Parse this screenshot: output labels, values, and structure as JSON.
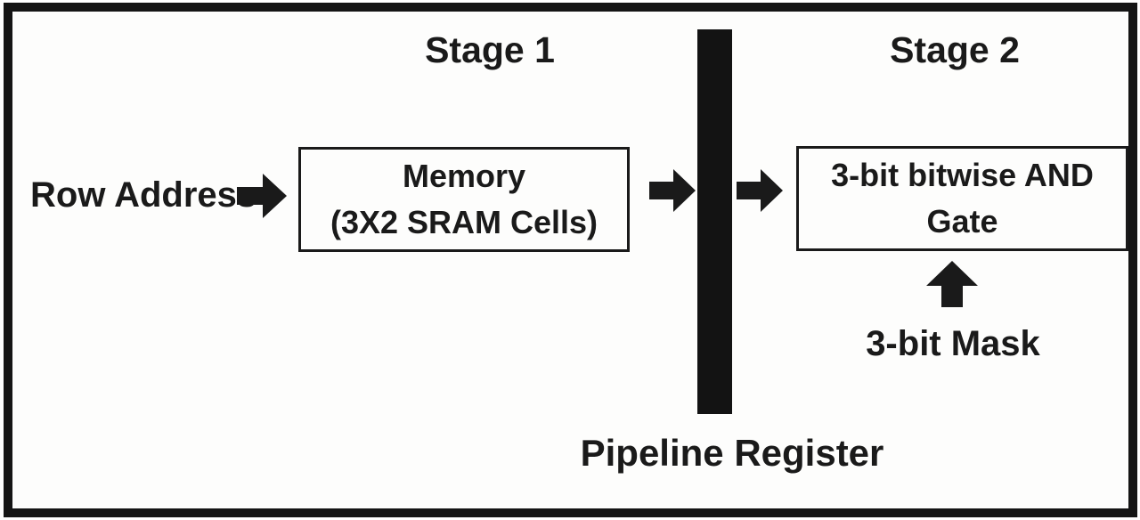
{
  "colors": {
    "ink": "#1a1a1a",
    "bar": "#131313",
    "paper": "#fdfdfc"
  },
  "labels": {
    "stage1": "Stage 1",
    "stage2": "Stage 2",
    "row_address": "Row Address",
    "mask": "3-bit Mask",
    "pipeline_register": "Pipeline Register"
  },
  "boxes": {
    "memory": {
      "line1": "Memory",
      "line2": "(3X2 SRAM Cells)"
    },
    "and_gate": {
      "line1": "3-bit bitwise AND",
      "line2": "Gate"
    }
  },
  "icons": {
    "arrow_right": "block-right-arrow",
    "arrow_up": "block-up-arrow",
    "register_bar": "pipeline-register-bar"
  }
}
